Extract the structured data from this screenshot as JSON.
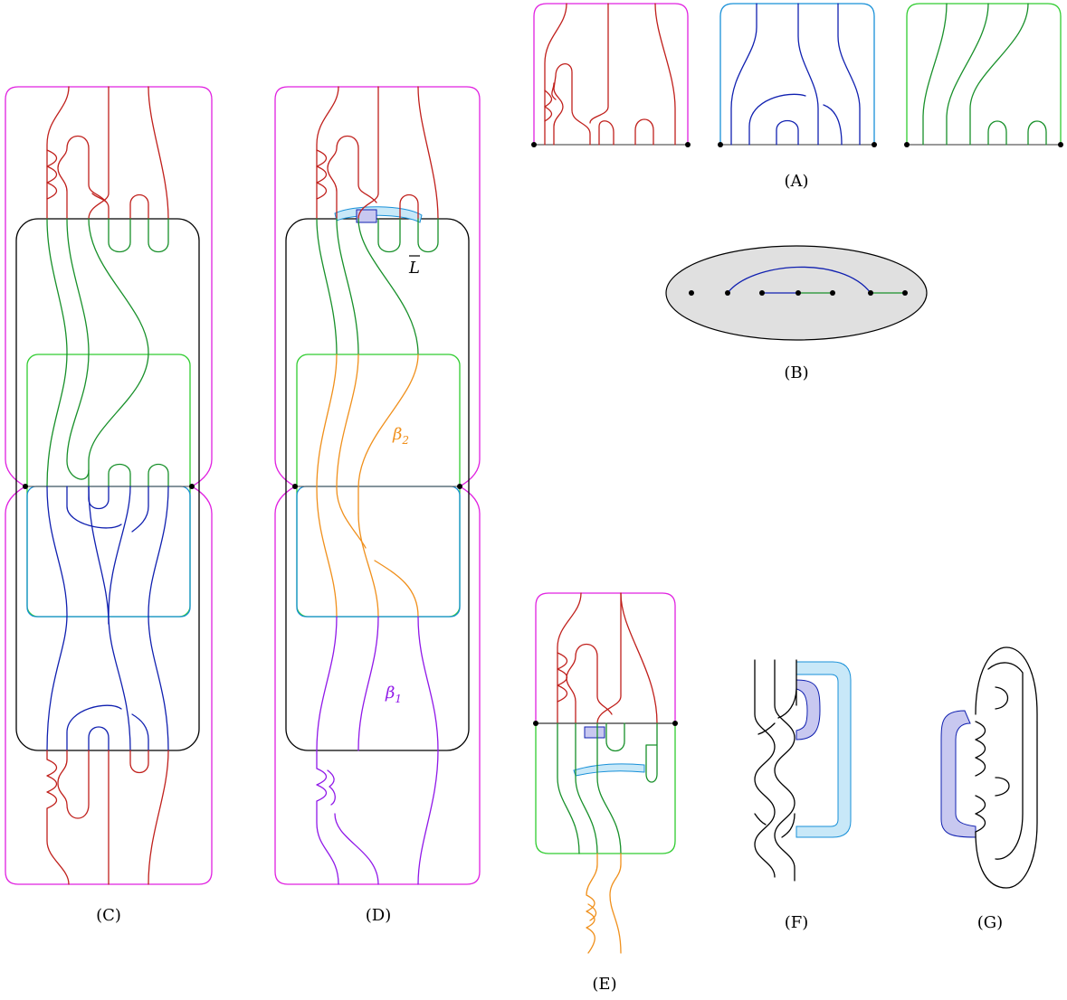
{
  "colors": {
    "magenta": "#e020e0",
    "red": "#c0201c",
    "blue": "#1020b0",
    "cyan": "#1890d8",
    "green": "#18902a",
    "lime": "#30cc30",
    "orange": "#f0901c",
    "purple": "#9018e8",
    "black": "#000000",
    "band_light": "#c8e8f8",
    "band_dark": "#c8c8f0",
    "disk_fill": "#e0e0e0"
  },
  "panels": {
    "A": {
      "label": "(A)"
    },
    "B": {
      "label": "(B)"
    },
    "C": {
      "label": "(C)"
    },
    "D": {
      "label": "(D)",
      "link_label": "L",
      "beta2_label": "β",
      "beta2_sub": "2",
      "beta1_label": "β",
      "beta1_sub": "1"
    },
    "E": {
      "label": "(E)"
    },
    "F": {
      "label": "(F)"
    },
    "G": {
      "label": "(G)"
    }
  }
}
